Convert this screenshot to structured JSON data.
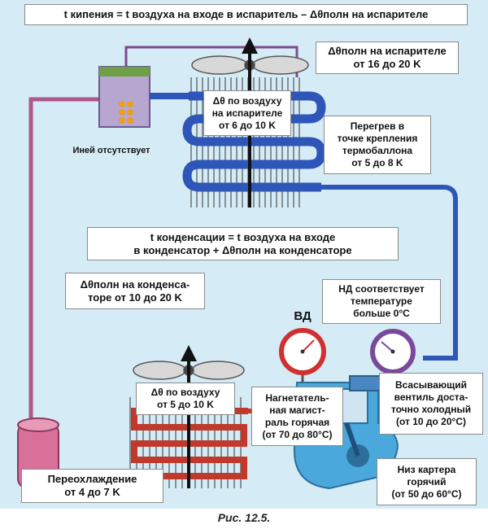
{
  "labels": {
    "formula_evaporator": "t кипения = t воздуха на входе в испаритель – Δθполн на испарителе",
    "delta_total_evaporator": "Δθполн на испарителе\nот 16 до 20 K",
    "delta_air_evaporator": "Δθ по воздуху\nна испарителе\nот 6 до 10 K",
    "no_frost": "Иней отсутствует",
    "superheat": "Перегрев в\nточке крепления\nтермобаллона\nот 5 до 8 K",
    "formula_condenser": "t конденсации = t воздуха на входе\nв конденсатор + Δθполн на конденсаторе",
    "delta_total_condenser": "Δθполн на конденса-\nторе от 10 до 20 K",
    "low_pressure": "НД соответствует\nтемпературе\nбольше 0°C",
    "high_pressure_gauge": "ВД",
    "delta_air_condenser": "Δθ по воздуху\nот 5 до 10 K",
    "discharge_line": "Нагнетатель-\nная магист-\nраль горячая\n(от 70 до 80°C)",
    "suction_valve": "Всасывающий\nвентиль доста-\nточно холодный\n(от 10 до 20°C)",
    "subcooling": "Переохлаждение\nот 4 до 7 K",
    "crankcase_bottom": "Низ картера\nгорячий\n(от 50 до 60°C)"
  },
  "caption": "Рис. 12.5.",
  "colors": {
    "background": "#d5ecf6",
    "pipe_blue": "#2e55b8",
    "pipe_purple": "#8c4f9e",
    "liquid_line": "#b0568a",
    "condenser_red": "#c0392b",
    "gauge_red": "#d03030",
    "receiver": "#d9709a"
  }
}
